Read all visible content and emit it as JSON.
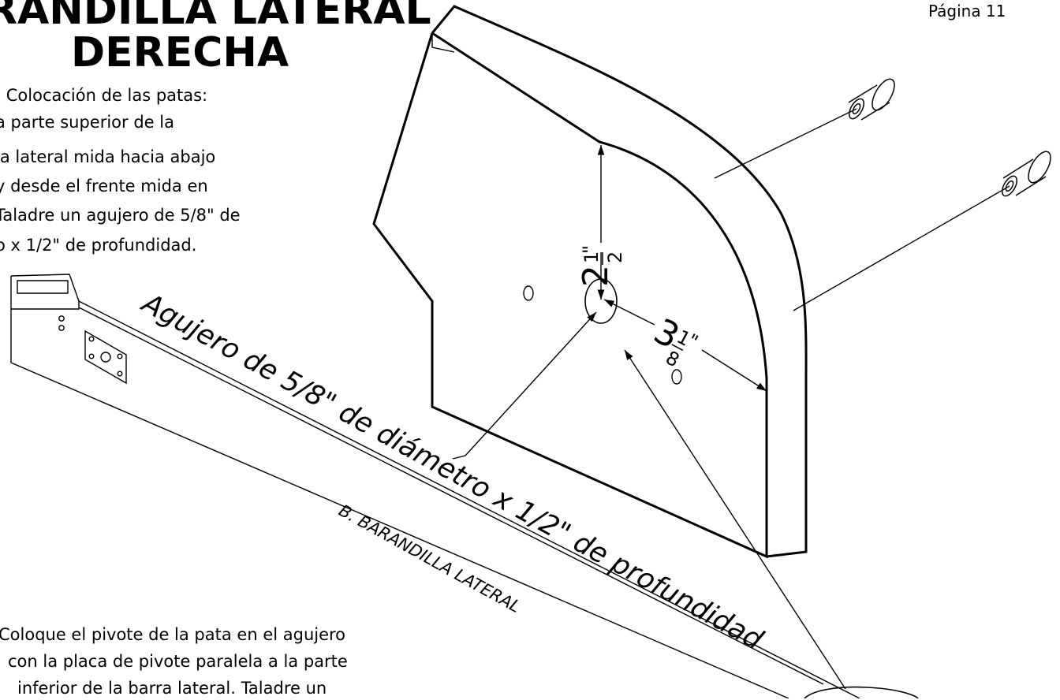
{
  "page_number": "Página 11",
  "title": {
    "line1": "RANDILLA LATERAL",
    "line2": "DERECHA"
  },
  "step_text": {
    "lines": [
      ": Colocación de las patas:",
      "a parte superior de la",
      "la lateral mida hacia abajo",
      "y desde el frente mida en",
      "Taladre un agujero de 5/8\" de",
      "o x 1/2\" de profundidad."
    ]
  },
  "bottom_text": {
    "lines": [
      "Coloque el pivote de la pata en el agujero",
      "con la placa de pivote paralela a la parte",
      "inferior de la barra lateral. Taladre un"
    ]
  },
  "callout": {
    "hole_label": "Agujero de 5/8\" de diámetro x 1/2\" de profundidad",
    "part_label": "B.  BARANDILLA LATERAL"
  },
  "dimensions": {
    "vertical": {
      "whole": "2",
      "num": "1",
      "den": "2",
      "unit": "\""
    },
    "horizontal": {
      "whole": "3",
      "num": "1",
      "den": "8",
      "unit": "\""
    }
  }
}
